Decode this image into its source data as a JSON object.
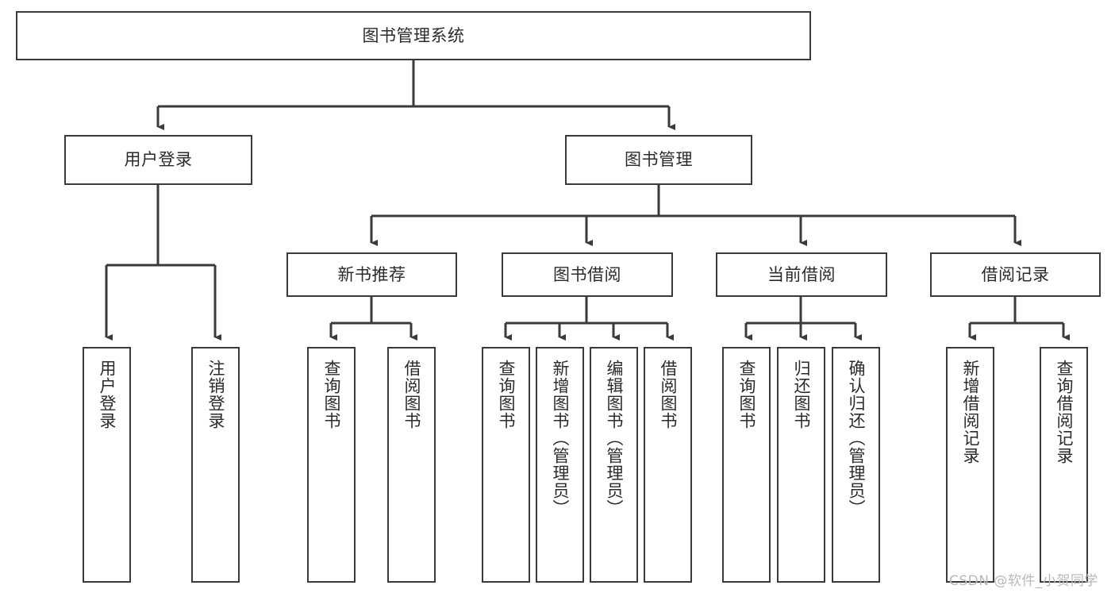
{
  "diagram": {
    "title": "图书管理系统",
    "type": "tree-hierarchy",
    "root": {
      "id": "root",
      "label": "图书管理系统"
    },
    "level2": [
      {
        "id": "user-login",
        "label": "用户登录"
      },
      {
        "id": "book-manage",
        "label": "图书管理"
      }
    ],
    "level3": [
      {
        "id": "new-book-recommend",
        "label": "新书推荐",
        "parent": "book-manage"
      },
      {
        "id": "book-borrow",
        "label": "图书借阅",
        "parent": "book-manage"
      },
      {
        "id": "current-borrow",
        "label": "当前借阅",
        "parent": "book-manage"
      },
      {
        "id": "borrow-record",
        "label": "借阅记录",
        "parent": "book-manage"
      }
    ],
    "leaves": [
      {
        "id": "leaf-user-login",
        "label": "用户登录",
        "parent": "user-login"
      },
      {
        "id": "leaf-logout",
        "label": "注销登录",
        "parent": "user-login"
      },
      {
        "id": "leaf-query-book-1",
        "label": "查询图书",
        "parent": "new-book-recommend"
      },
      {
        "id": "leaf-borrow-book-1",
        "label": "借阅图书",
        "parent": "new-book-recommend"
      },
      {
        "id": "leaf-query-book-2",
        "label": "查询图书",
        "parent": "book-borrow"
      },
      {
        "id": "leaf-add-book",
        "label": "新增图书（管理员）",
        "parent": "book-borrow"
      },
      {
        "id": "leaf-edit-book",
        "label": "编辑图书（管理员）",
        "parent": "book-borrow"
      },
      {
        "id": "leaf-borrow-book-2",
        "label": "借阅图书",
        "parent": "book-borrow"
      },
      {
        "id": "leaf-query-book-3",
        "label": "查询图书",
        "parent": "current-borrow"
      },
      {
        "id": "leaf-return-book",
        "label": "归还图书",
        "parent": "current-borrow"
      },
      {
        "id": "leaf-confirm-return",
        "label": "确认归还（管理员）",
        "parent": "current-borrow"
      },
      {
        "id": "leaf-add-record",
        "label": "新增借阅记录",
        "parent": "borrow-record"
      },
      {
        "id": "leaf-query-record",
        "label": "查询借阅记录",
        "parent": "borrow-record"
      }
    ],
    "colors": {
      "stroke": "#3a3a3a",
      "fill": "#ffffff",
      "text": "#2b2b2b",
      "watermark": "#b9b9b9"
    }
  },
  "watermark": {
    "text": "CSDN @软件_小贺同学"
  }
}
